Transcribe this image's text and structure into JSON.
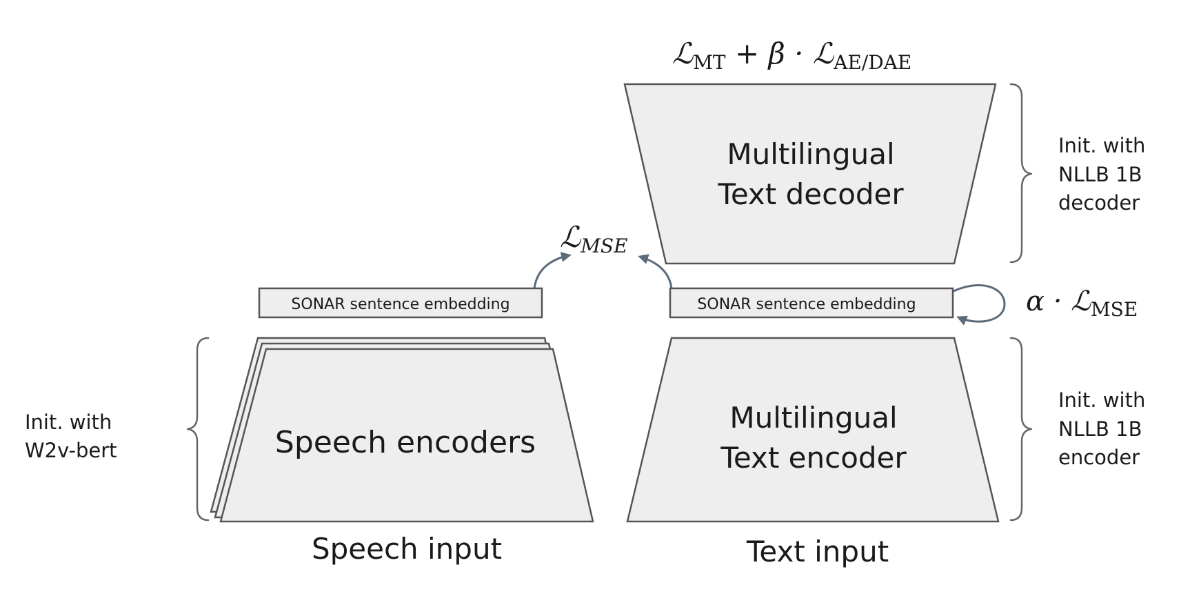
{
  "loss_top": {
    "l1": "ℒ",
    "sub1": "MT",
    "plus": " + β · ",
    "l2": "ℒ",
    "sub2": "AE/DAE"
  },
  "decoder": {
    "line1": "Multilingual",
    "line2": "Text decoder"
  },
  "decoder_note": {
    "line1": "Init. with",
    "line2": "NLLB 1B",
    "line3": "decoder"
  },
  "loss_mse_center": {
    "l": "ℒ",
    "sub": "MSE"
  },
  "embedding_left": "SONAR sentence embedding",
  "embedding_right": "SONAR sentence embedding",
  "loss_alpha": {
    "prefix": "α · ",
    "l": "ℒ",
    "sub": "MSE"
  },
  "speech_encoder": "Speech encoders",
  "speech_note": {
    "line1": "Init. with",
    "line2": "W2v-bert"
  },
  "text_encoder": {
    "line1": "Multilingual",
    "line2": "Text encoder"
  },
  "encoder_note": {
    "line1": "Init. with",
    "line2": "NLLB 1B",
    "line3": "encoder"
  },
  "speech_input": "Speech input",
  "text_input": "Text input"
}
